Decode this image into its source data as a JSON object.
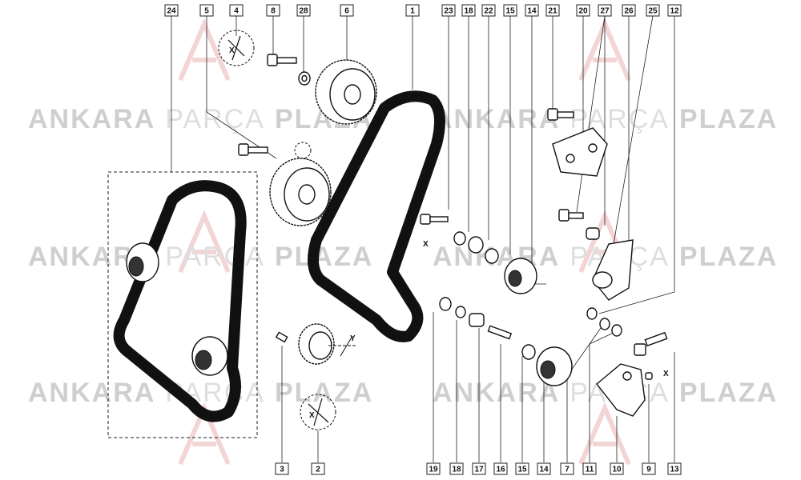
{
  "watermark": {
    "word1": "ANKARA",
    "word2": "PARÇA",
    "word3": "PLAZA"
  },
  "top_callouts": [
    "24",
    "5",
    "4",
    "8",
    "28",
    "6",
    "1",
    "23",
    "18",
    "22",
    "15",
    "14",
    "21",
    "20",
    "27",
    "26",
    "25",
    "12"
  ],
  "bottom_callouts": [
    "3",
    "2",
    "19",
    "18",
    "17",
    "16",
    "15",
    "14",
    "7",
    "11",
    "10",
    "9",
    "13"
  ],
  "highlight_callout": "24",
  "axis_labels": {
    "x": "X",
    "y": "Y"
  },
  "colors": {
    "highlight": "#e02020",
    "watermark_bold": "#cfcfcf",
    "watermark_light": "#dedede"
  }
}
